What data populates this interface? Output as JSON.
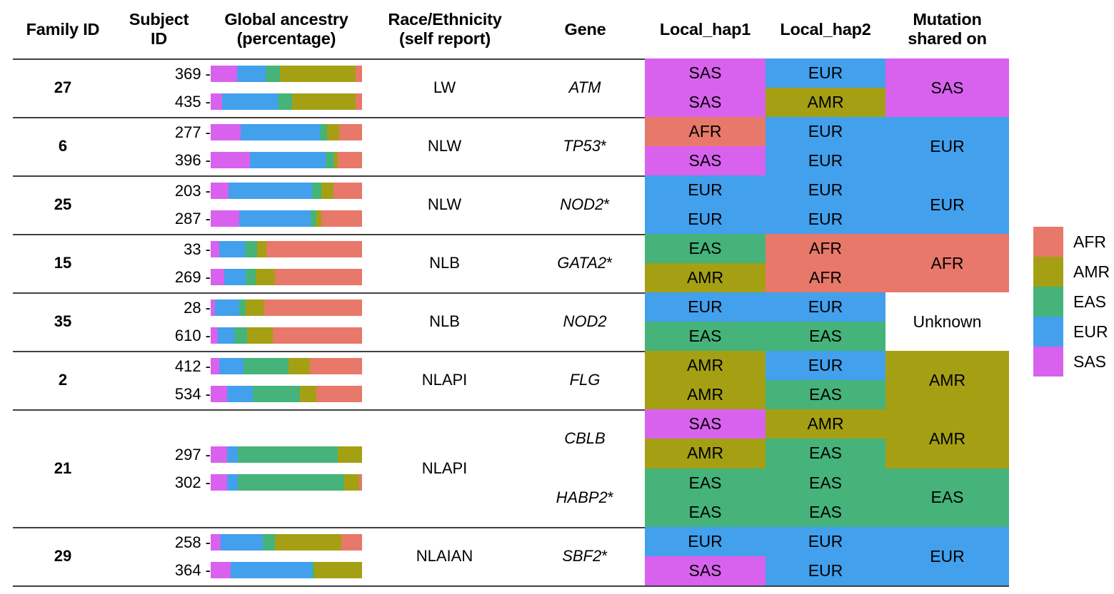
{
  "header": {
    "columns": [
      {
        "id": "family-id",
        "lines": [
          "Family ID"
        ]
      },
      {
        "id": "subject-id",
        "lines": [
          "Subject",
          "ID"
        ]
      },
      {
        "id": "global-ancestry",
        "lines": [
          "Global ancestry",
          "(percentage)"
        ]
      },
      {
        "id": "race-ethnicity",
        "lines": [
          "Race/Ethnicity",
          "(self report)"
        ]
      },
      {
        "id": "gene",
        "lines": [
          "Gene"
        ]
      },
      {
        "id": "local-hap1",
        "lines": [
          "Local_hap1"
        ]
      },
      {
        "id": "local-hap2",
        "lines": [
          "Local_hap2"
        ]
      },
      {
        "id": "mutation-shared-on",
        "lines": [
          "Mutation",
          "shared on"
        ]
      }
    ]
  },
  "colors": {
    "AFR": "#e8786a",
    "AMR": "#a5a013",
    "EAS": "#45b37a",
    "EUR": "#42a0ed",
    "SAS": "#d862ee",
    "Unknown": "#ffffff",
    "rule": "#404040",
    "text": "#000000"
  },
  "legend": {
    "title": "",
    "items": [
      {
        "label": "AFR",
        "color": "#e8786a"
      },
      {
        "label": "AMR",
        "color": "#a5a013"
      },
      {
        "label": "EAS",
        "color": "#45b37a"
      },
      {
        "label": "EUR",
        "color": "#42a0ed"
      },
      {
        "label": "SAS",
        "color": "#d862ee"
      }
    ]
  },
  "chart_data": {
    "type": "table",
    "title": "Family-level global ancestry, local haplotype ancestry and shared mutation ancestry",
    "columns": [
      "Family ID",
      "Subject ID",
      "Global ancestry (percentage)",
      "Race/Ethnicity (self report)",
      "Gene",
      "Local_hap1",
      "Local_hap2",
      "Mutation shared on"
    ],
    "ancestry_components": [
      "SAS",
      "EUR",
      "EAS",
      "AMR",
      "AFR"
    ],
    "families": [
      {
        "family_id": "27",
        "race": "LW",
        "subjects": [
          {
            "id": "369 -",
            "ancestry": {
              "SAS": 17.5,
              "EUR": 19.0,
              "EAS": 9.5,
              "AMR": 50.0,
              "AFR": 4.0
            }
          },
          {
            "id": "435 -",
            "ancestry": {
              "SAS": 7.5,
              "EUR": 37.0,
              "EAS": 9.5,
              "AMR": 42.0,
              "AFR": 4.0
            }
          }
        ],
        "genes": [
          {
            "gene": "ATM",
            "asterisk": false,
            "hap1": [
              "SAS",
              "SAS"
            ],
            "hap2": [
              "EUR",
              "AMR"
            ],
            "shared": "SAS"
          }
        ]
      },
      {
        "family_id": "6",
        "race": "NLW",
        "subjects": [
          {
            "id": "277 -",
            "ancestry": {
              "SAS": 20.0,
              "EUR": 52.0,
              "EAS": 5.0,
              "AMR": 8.0,
              "AFR": 15.0
            }
          },
          {
            "id": "396 -",
            "ancestry": {
              "SAS": 26.0,
              "EUR": 50.0,
              "EAS": 5.5,
              "AMR": 2.5,
              "AFR": 16.0
            }
          }
        ],
        "genes": [
          {
            "gene": "TP53",
            "asterisk": true,
            "hap1": [
              "AFR",
              "SAS"
            ],
            "hap2": [
              "EUR",
              "EUR"
            ],
            "shared": "EUR"
          }
        ]
      },
      {
        "family_id": "25",
        "race": "NLW",
        "subjects": [
          {
            "id": "203 -",
            "ancestry": {
              "SAS": 12.0,
              "EUR": 55.0,
              "EAS": 6.0,
              "AMR": 8.0,
              "AFR": 19.0
            }
          },
          {
            "id": "287 -",
            "ancestry": {
              "SAS": 19.0,
              "EUR": 47.0,
              "EAS": 4.0,
              "AMR": 3.0,
              "AFR": 27.0
            }
          }
        ],
        "genes": [
          {
            "gene": "NOD2",
            "asterisk": true,
            "hap1": [
              "EUR",
              "EUR"
            ],
            "hap2": [
              "EUR",
              "EUR"
            ],
            "shared": "EUR"
          }
        ]
      },
      {
        "family_id": "15",
        "race": "NLB",
        "subjects": [
          {
            "id": "33 -",
            "ancestry": {
              "SAS": 5.5,
              "EUR": 17.0,
              "EAS": 8.0,
              "AMR": 6.5,
              "AFR": 63.0
            }
          },
          {
            "id": "269 -",
            "ancestry": {
              "SAS": 9.0,
              "EUR": 14.0,
              "EAS": 6.5,
              "AMR": 13.0,
              "AFR": 57.5
            }
          }
        ],
        "genes": [
          {
            "gene": "GATA2",
            "asterisk": true,
            "hap1": [
              "EAS",
              "AMR"
            ],
            "hap2": [
              "AFR",
              "AFR"
            ],
            "shared": "AFR"
          }
        ]
      },
      {
        "family_id": "35",
        "race": "NLB",
        "subjects": [
          {
            "id": "28 -",
            "ancestry": {
              "SAS": 3.0,
              "EUR": 16.0,
              "EAS": 4.0,
              "AMR": 12.5,
              "AFR": 64.5
            }
          },
          {
            "id": "610 -",
            "ancestry": {
              "SAS": 4.5,
              "EUR": 11.0,
              "EAS": 8.5,
              "AMR": 17.0,
              "AFR": 59.0
            }
          }
        ],
        "genes": [
          {
            "gene": "NOD2",
            "asterisk": false,
            "hap1": [
              "EUR",
              "EAS"
            ],
            "hap2": [
              "EUR",
              "EAS"
            ],
            "shared": "Unknown"
          }
        ]
      },
      {
        "family_id": "2",
        "race": "NLAPI",
        "subjects": [
          {
            "id": "412 -",
            "ancestry": {
              "SAS": 5.5,
              "EUR": 16.0,
              "EAS": 30.0,
              "AMR": 14.0,
              "AFR": 34.5
            }
          },
          {
            "id": "534 -",
            "ancestry": {
              "SAS": 11.0,
              "EUR": 17.0,
              "EAS": 31.0,
              "AMR": 11.0,
              "AFR": 30.0
            }
          }
        ],
        "genes": [
          {
            "gene": "FLG",
            "asterisk": false,
            "hap1": [
              "AMR",
              "AMR"
            ],
            "hap2": [
              "EUR",
              "EAS"
            ],
            "shared": "AMR"
          }
        ]
      },
      {
        "family_id": "21",
        "race": "NLAPI",
        "subjects": [
          {
            "id": "297 -",
            "ancestry": {
              "SAS": 11.0,
              "EUR": 7.0,
              "EAS": 66.0,
              "AMR": 16.0,
              "AFR": 0.0
            }
          },
          {
            "id": "302 -",
            "ancestry": {
              "SAS": 11.0,
              "EUR": 7.0,
              "EAS": 70.0,
              "AMR": 10.0,
              "AFR": 2.0
            }
          }
        ],
        "genes": [
          {
            "gene": "CBLB",
            "asterisk": false,
            "hap1": [
              "SAS",
              "AMR"
            ],
            "hap2": [
              "AMR",
              "EAS"
            ],
            "shared": "AMR"
          },
          {
            "gene": "HABP2",
            "asterisk": true,
            "hap1": [
              "EAS",
              "EAS"
            ],
            "hap2": [
              "EAS",
              "EAS"
            ],
            "shared": "EAS"
          }
        ]
      },
      {
        "family_id": "29",
        "race": "NLAIAN",
        "subjects": [
          {
            "id": "258 -",
            "ancestry": {
              "SAS": 6.5,
              "EUR": 28.0,
              "EAS": 8.0,
              "AMR": 44.0,
              "AFR": 13.5
            }
          },
          {
            "id": "364 -",
            "ancestry": {
              "SAS": 13.0,
              "EUR": 54.0,
              "EAS": 1.5,
              "AMR": 31.5,
              "AFR": 0.0
            }
          }
        ],
        "genes": [
          {
            "gene": "SBF2",
            "asterisk": true,
            "hap1": [
              "EUR",
              "SAS"
            ],
            "hap2": [
              "EUR",
              "EUR"
            ],
            "shared": "EUR"
          }
        ]
      }
    ]
  }
}
